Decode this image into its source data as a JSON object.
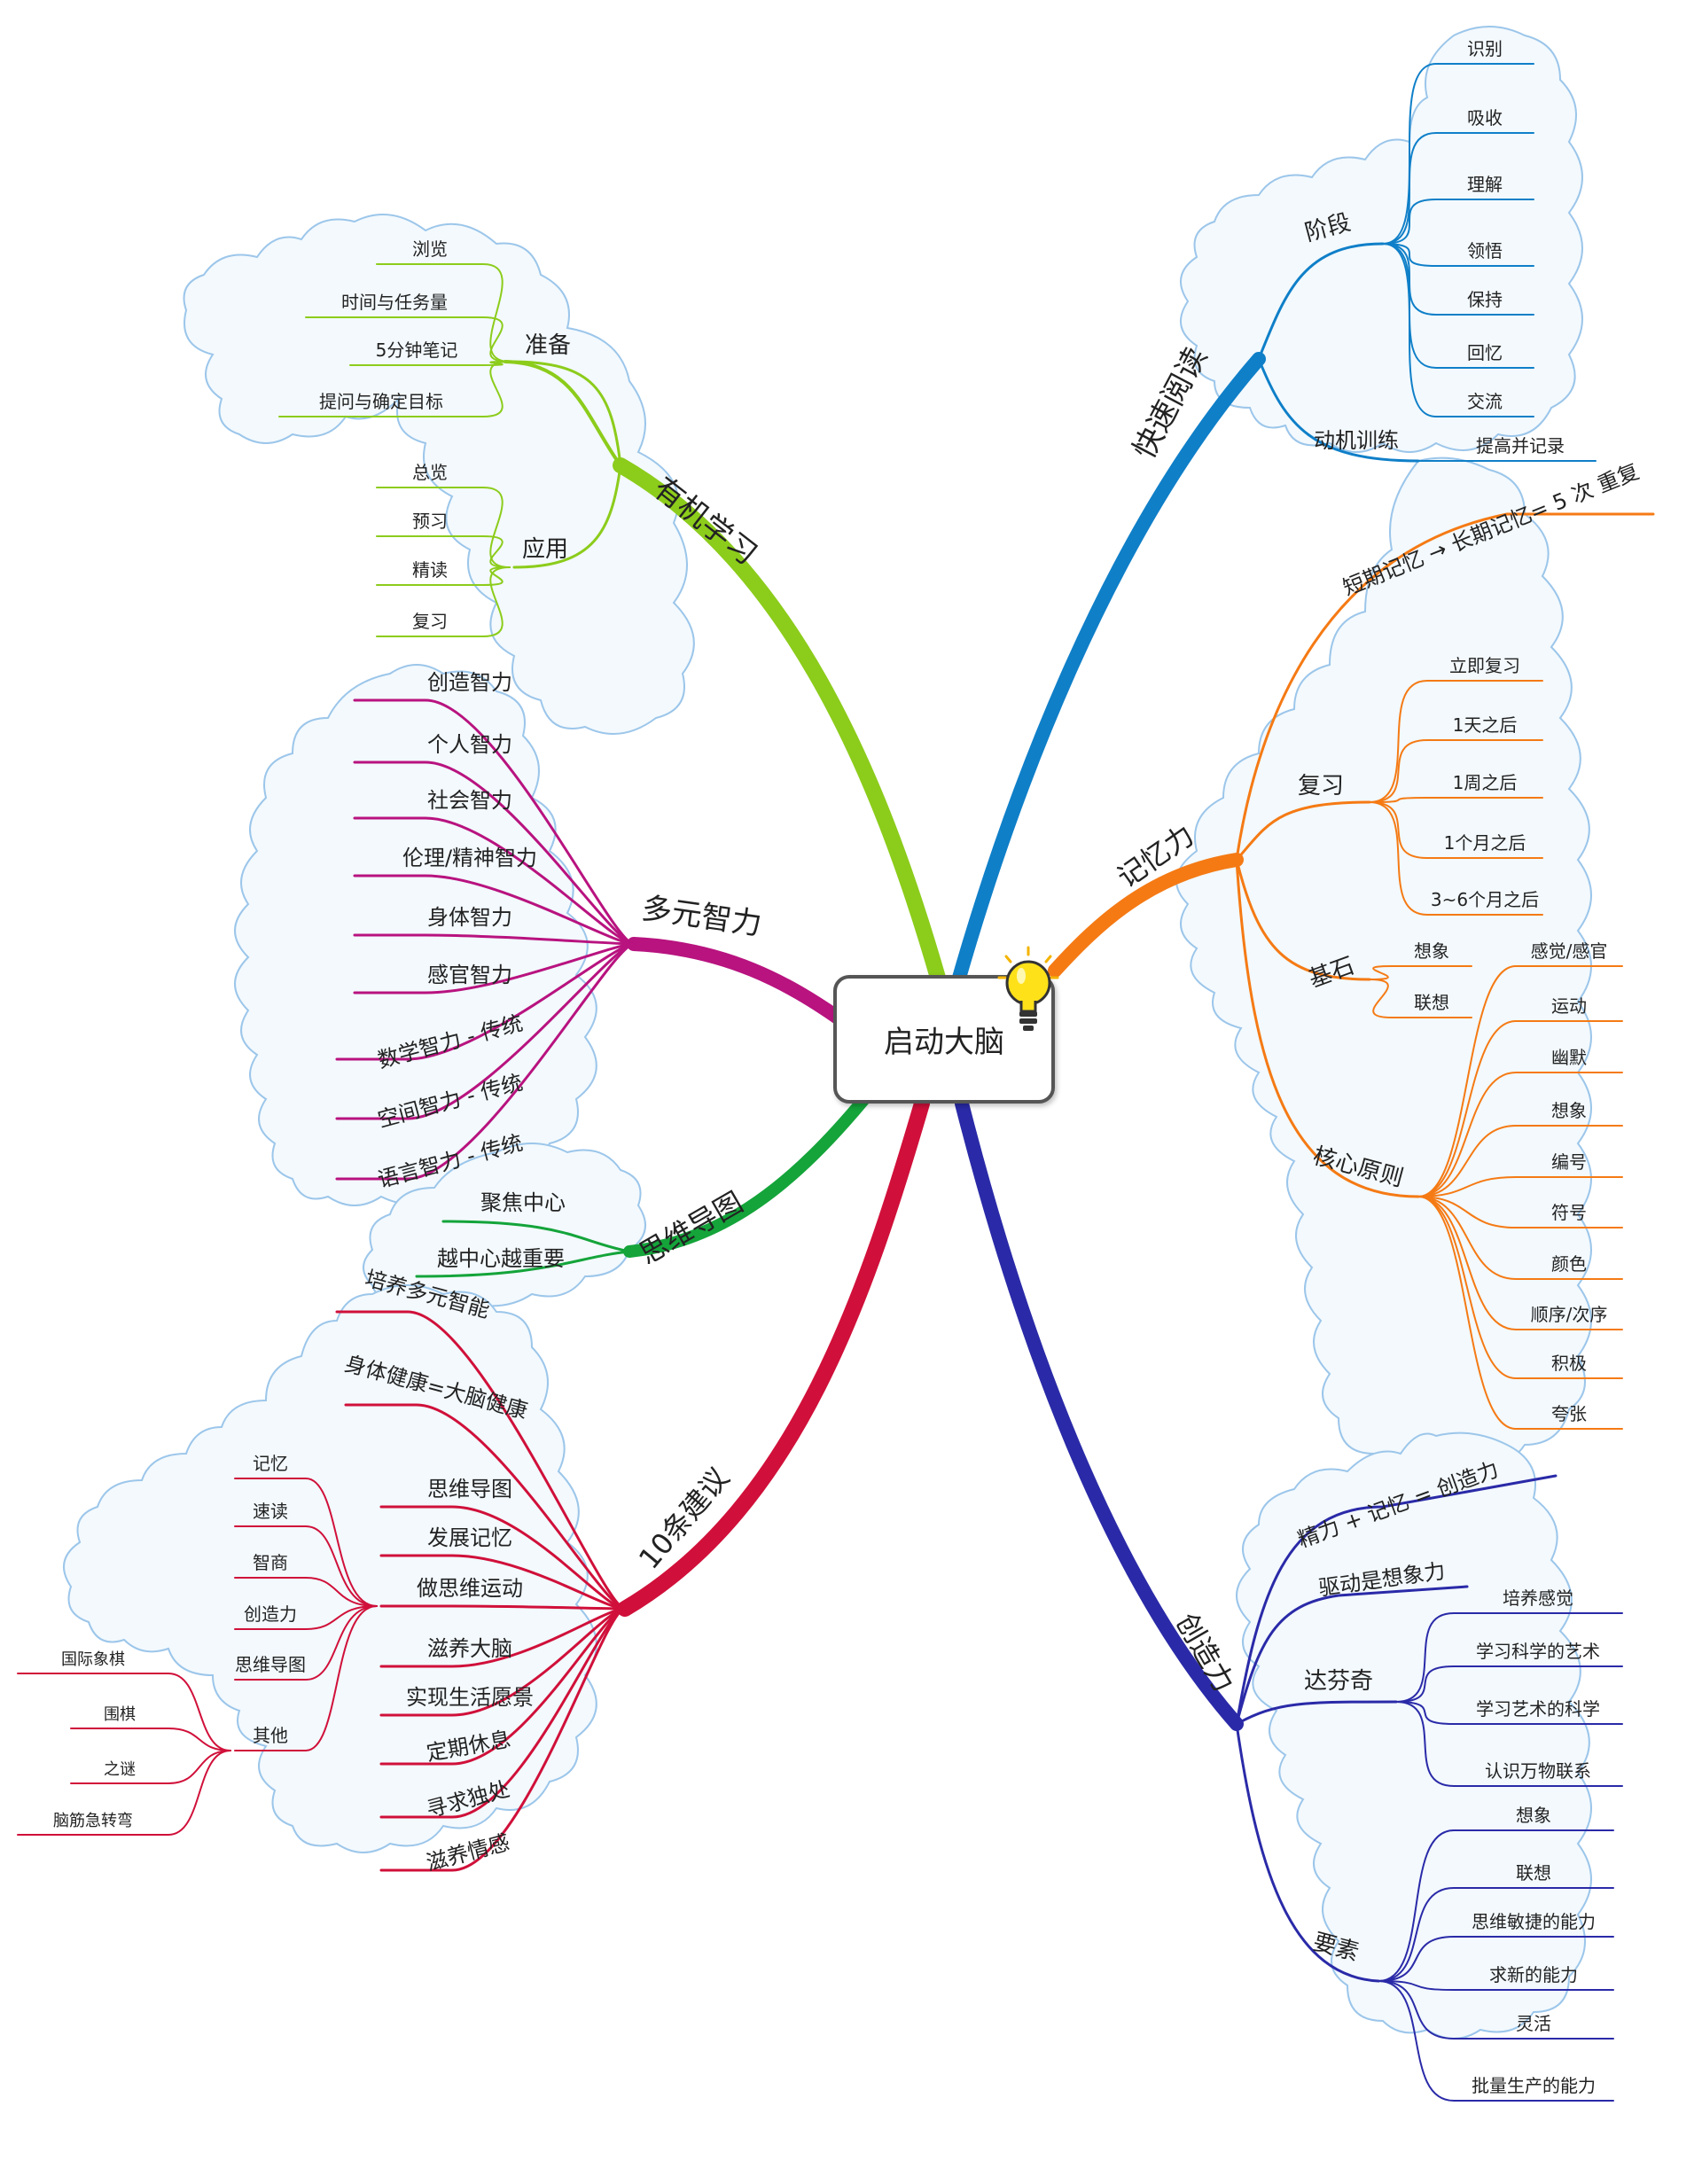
{
  "center": {
    "title": "启动大脑",
    "icon": "lightbulb-icon"
  },
  "branches": {
    "organic": {
      "color": "#8CCC1B",
      "label": "有机学习",
      "prep": {
        "label": "准备",
        "items": [
          "浏览",
          "时间与任务量",
          "5分钟笔记",
          "提问与确定目标"
        ]
      },
      "apply": {
        "label": "应用",
        "items": [
          "总览",
          "预习",
          "精读",
          "复习"
        ]
      }
    },
    "multi": {
      "color": "#B8137F",
      "label": "多元智力",
      "items": [
        "创造智力",
        "个人智力",
        "社会智力",
        "伦理/精神智力",
        "身体智力",
        "感官智力",
        "数学智力 - 传统",
        "空间智力 - 传统",
        "语言智力 - 传统"
      ]
    },
    "mindmap": {
      "color": "#14A43A",
      "label": "思维导图",
      "items": [
        "聚焦中心",
        "越中心越重要"
      ]
    },
    "advice": {
      "color": "#D0103A",
      "label": "10条建议",
      "items": [
        "培养多元智能",
        "身体健康=大脑健康",
        "思维导图",
        "发展记忆",
        "做思维运动",
        "滋养大脑",
        "实现生活愿景",
        "定期休息",
        "寻求独处",
        "滋养情感"
      ],
      "exercise_items": [
        "记忆",
        "速读",
        "智商",
        "创造力",
        "思维导图",
        "其他"
      ],
      "other_items": [
        "国际象棋",
        "围棋",
        "之谜",
        "脑筋急转弯"
      ]
    },
    "reading": {
      "color": "#0F7FC8",
      "label": "快速阅读",
      "stage": {
        "label": "阶段",
        "items": [
          "识别",
          "吸收",
          "理解",
          "领悟",
          "保持",
          "回忆",
          "交流"
        ]
      },
      "motive": {
        "label": "动机训练",
        "items": [
          "提高并记录"
        ]
      }
    },
    "memory": {
      "color": "#F57A14",
      "label": "记忆力",
      "short": "短期记忆 → 长期记忆= 5 次 重复",
      "review": {
        "label": "复习",
        "items": [
          "立即复习",
          "1天之后",
          "1周之后",
          "1个月之后",
          "3~6个月之后"
        ]
      },
      "base": {
        "label": "基石",
        "items": [
          "想象",
          "联想"
        ]
      },
      "core": {
        "label": "核心原则",
        "items": [
          "感觉/感官",
          "运动",
          "幽默",
          "想象",
          "编号",
          "符号",
          "颜色",
          "顺序/次序",
          "积极",
          "夸张"
        ]
      }
    },
    "creativity": {
      "color": "#2A2AA8",
      "label": "创造力",
      "formula": "精力 + 记忆 = 创造力",
      "drive": "驱动是想象力",
      "davinci": {
        "label": "达芬奇",
        "items": [
          "培养感觉",
          "学习科学的艺术",
          "学习艺术的科学",
          "认识万物联系"
        ]
      },
      "elements": {
        "label": "要素",
        "items": [
          "想象",
          "联想",
          "思维敏捷的能力",
          "求新的能力",
          "灵活",
          "批量生产的能力"
        ]
      }
    }
  }
}
